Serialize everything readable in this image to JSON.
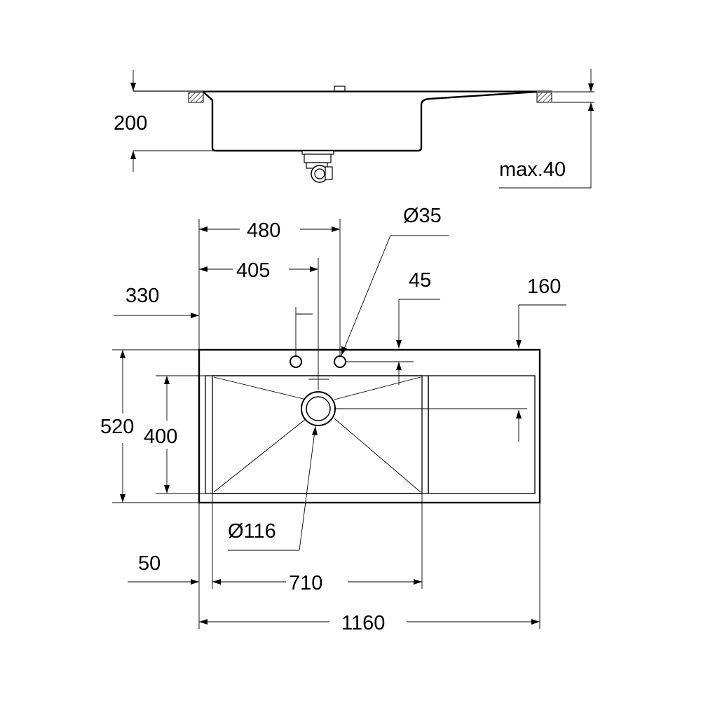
{
  "colors": {
    "line": "#000000",
    "background": "#ffffff"
  },
  "side_view": {
    "height_label": "200",
    "worktop_label": "max.40"
  },
  "top_view": {
    "faucet_offset_label": "480",
    "bowl_center_label": "405",
    "left_offset_label": "330",
    "tap_hole_label": "Ø35",
    "tap_hole_setback_label": "45",
    "drainer_label": "160",
    "depth_label": "520",
    "bowl_depth_label": "400",
    "drain_label": "Ø116",
    "edge_label": "50",
    "bowl_width_label": "710",
    "total_width_label": "1160"
  }
}
